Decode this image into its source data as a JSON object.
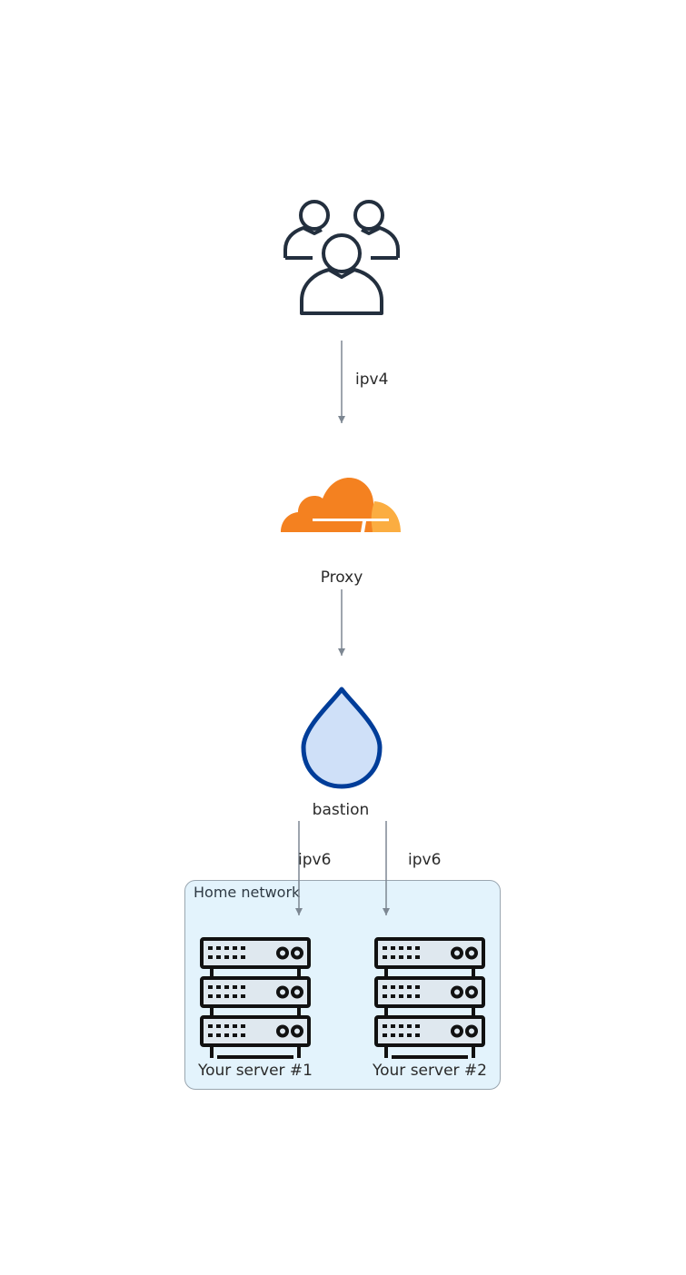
{
  "nodes": {
    "users": {
      "icon": "users-icon"
    },
    "proxy": {
      "label": "Proxy",
      "icon": "cloudflare-icon"
    },
    "bastion": {
      "label": "bastion",
      "icon": "droplet-icon"
    },
    "server1": {
      "label": "Your server #1",
      "icon": "server-rack-icon"
    },
    "server2": {
      "label": "Your server #2",
      "icon": "server-rack-icon"
    }
  },
  "groups": {
    "home": {
      "label": "Home network"
    }
  },
  "edges": {
    "users_to_proxy": {
      "label": "ipv4"
    },
    "proxy_to_bastion": {
      "label": ""
    },
    "bastion_to_server1": {
      "label": "ipv6"
    },
    "bastion_to_server2": {
      "label": "ipv6"
    }
  },
  "colors": {
    "edge": "#7d8792",
    "cloud_orange": "#f48120",
    "cloud_light": "#fbad41",
    "droplet_fill": "#cfe0f8",
    "droplet_stroke": "#003d99",
    "users_stroke": "#232f3e",
    "group_fill": "#e3f3fc"
  }
}
